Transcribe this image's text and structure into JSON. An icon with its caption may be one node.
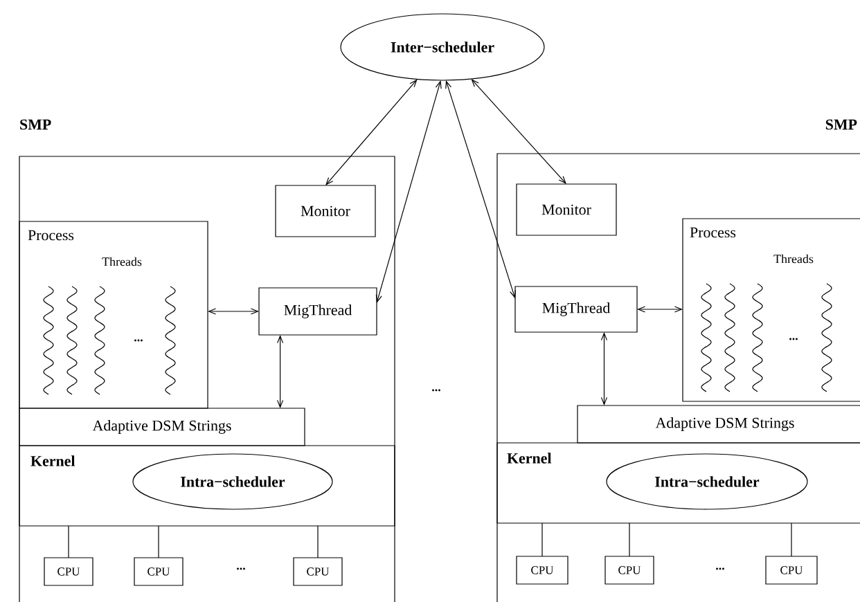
{
  "diagram": {
    "nodes": [
      {
        "text": [
          "Inter−scheduler"
        ]
      },
      {
        "text": [
          "SMP"
        ]
      },
      {
        "text": [
          "Monitor"
        ],
        "in": 1
      },
      {
        "text": [
          "Process",
          "Threads"
        ],
        "in": 1
      },
      {
        "text": [
          "MigThread"
        ],
        "in": 1
      },
      {
        "text": [
          "Adaptive DSM Strings"
        ],
        "in": 1
      },
      {
        "text": [
          "Kernel"
        ],
        "in": 1
      },
      {
        "text": [
          "Intra−scheduler"
        ],
        "in": 6
      },
      {
        "text": [
          "CPU"
        ],
        "in": 1
      },
      {
        "text": [
          "CPU"
        ],
        "in": 1
      },
      {
        "text": [
          "CPU"
        ],
        "in": 1
      },
      {
        "text": [
          "SMP"
        ]
      },
      {
        "text": [
          "Monitor"
        ],
        "in": 11
      },
      {
        "text": [
          "MigThread"
        ],
        "in": 11
      },
      {
        "text": [
          "Process",
          "Threads"
        ],
        "in": 11
      },
      {
        "text": [
          "Adaptive DSM Strings"
        ],
        "in": 11
      },
      {
        "text": [
          "Kernel"
        ],
        "in": 11
      },
      {
        "text": [
          "Intra−scheduler"
        ],
        "in": 16
      },
      {
        "text": [
          "CPU"
        ],
        "in": 11
      },
      {
        "text": [
          "CPU"
        ],
        "in": 11
      },
      {
        "text": [
          "CPU"
        ],
        "in": 11
      }
    ],
    "edges": [
      {
        "from": 0,
        "to": 2,
        "arrow": "both"
      },
      {
        "from": 0,
        "to": 4,
        "arrow": "both"
      },
      {
        "from": 0,
        "to": 13,
        "arrow": "both"
      },
      {
        "from": 0,
        "to": 12,
        "arrow": "both"
      },
      {
        "from": 3,
        "to": 4,
        "arrow": "both"
      },
      {
        "from": 4,
        "to": 5,
        "arrow": "both"
      },
      {
        "from": 13,
        "to": 14,
        "arrow": "both"
      },
      {
        "from": 13,
        "to": 15,
        "arrow": "both"
      },
      {
        "from": 8,
        "to": 6,
        "arrow": "none"
      },
      {
        "from": 9,
        "to": 6,
        "arrow": "none"
      },
      {
        "from": 10,
        "to": 6,
        "arrow": "none"
      },
      {
        "from": 18,
        "to": 16,
        "arrow": "none"
      },
      {
        "from": 19,
        "to": 16,
        "arrow": "none"
      },
      {
        "from": 20,
        "to": 16,
        "arrow": "none"
      }
    ],
    "labels": [
      "...",
      "...",
      "...",
      "...",
      "..."
    ]
  }
}
